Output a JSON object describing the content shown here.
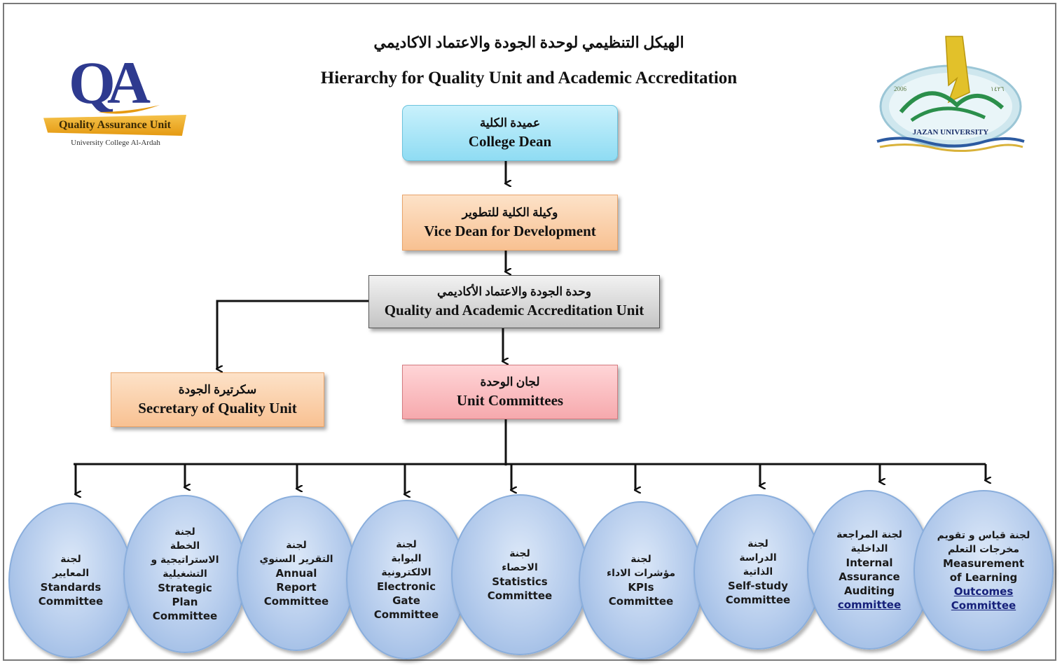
{
  "header": {
    "title_ar": "الهيكل التنظيمي لوحدة الجودة والاعتماد الاكاديمي",
    "title_en": "Hierarchy for Quality Unit and Academic Accreditation"
  },
  "logos": {
    "qa": {
      "letters": "QA",
      "banner": "Quality Assurance Unit",
      "subtitle": "University College Al-Ardah"
    },
    "jazan": {
      "name": "JAZAN UNIVERSITY",
      "year_left": "2006",
      "year_right": "١٤٢٦"
    }
  },
  "nodes": {
    "dean": {
      "ar": "عميدة الكلية",
      "en": "College Dean"
    },
    "vice_dean": {
      "ar": "وكيلة الكلية للتطوير",
      "en": "Vice Dean for Development"
    },
    "qa_unit": {
      "ar": "وحدة الجودة والاعتماد الأكاديمي",
      "en": "Quality and Academic Accreditation Unit"
    },
    "secretary": {
      "ar": "سكرتيرة الجودة",
      "en": "Secretary of Quality Unit"
    },
    "unit_committees": {
      "ar": "لجان الوحدة",
      "en": "Unit Committees"
    }
  },
  "committees": [
    {
      "ar1": "لجنة",
      "ar2": "المعايير",
      "en1": "Standards",
      "en2": "Committee",
      "en3": ""
    },
    {
      "ar1": "لجنة",
      "ar2": "الخطة الاستراتيجية و التشغيلية",
      "en1": "Strategic",
      "en2": "Plan",
      "en3": "Committee"
    },
    {
      "ar1": "لجنة",
      "ar2": "التقرير السنوي",
      "en1": "Annual",
      "en2": "Report",
      "en3": "Committee"
    },
    {
      "ar1": "لجنة",
      "ar2": "البوابة الالكترونية",
      "en1": "Electronic",
      "en2": "Gate",
      "en3": "Committee"
    },
    {
      "ar1": "لجنة",
      "ar2": "الاحصاء",
      "en1": "Statistics",
      "en2": "Committee",
      "en3": ""
    },
    {
      "ar1": "لجنة",
      "ar2": "مؤشرات الاداء",
      "en1": "KPIs",
      "en2": "Committee",
      "en3": ""
    },
    {
      "ar1": "لجنة",
      "ar2": "الدراسة الذاتية",
      "en1": "Self-study",
      "en2": "Committee",
      "en3": ""
    },
    {
      "ar1": "لجنة المراجعة",
      "ar2": "الداخلية",
      "en1": "Internal",
      "en2": "Assurance Auditing",
      "en3": "committee"
    },
    {
      "ar1": "لجنة قياس و تقويم",
      "ar2": "مخرجات التعلم",
      "en1": "Measurement",
      "en2": "of Learning",
      "en3": "Outcomes Committee"
    }
  ],
  "colors": {
    "dean_fill": "#8fdcf3",
    "vice_fill": "#f8c192",
    "qa_unit_fill": "#c4c4c4",
    "committees_box_fill": "#f6a9ad",
    "circle_fill": "#b4cbec",
    "qa_logo_blue": "#2e3a8f",
    "qa_logo_gold": "#e59a12"
  }
}
